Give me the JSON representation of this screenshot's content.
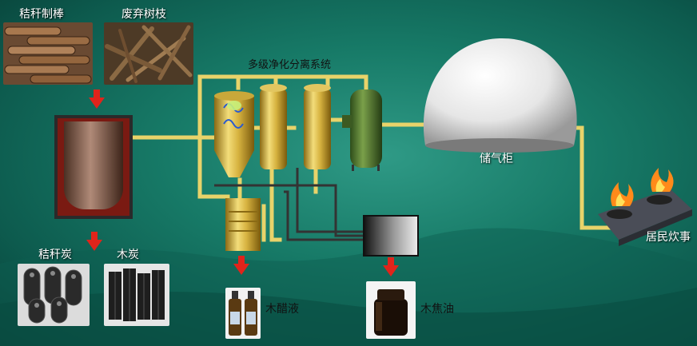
{
  "labels": {
    "straw_rods": "秸秆制棒",
    "waste_branches": "废弃树枝",
    "purification_system": "多级净化分离系统",
    "gas_holder": "储气柜",
    "residential_cooking": "居民炊事",
    "straw_charcoal": "秸秆炭",
    "charcoal": "木炭",
    "wood_vinegar": "木醋液",
    "wood_tar": "木焦油"
  },
  "colors": {
    "pipe": "#e8d36a",
    "arrow": "#e0241b",
    "reactor_frame": "#2a2a2a",
    "gas_dome": "#f2f2f2"
  }
}
